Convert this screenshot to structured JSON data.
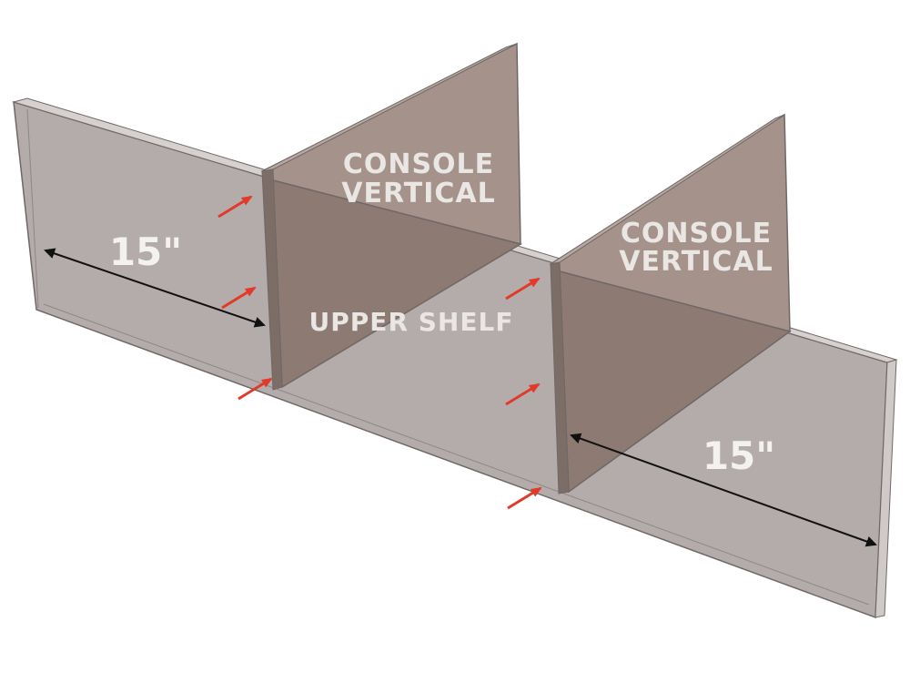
{
  "labels": {
    "console_vertical_left_line1": "CONSOLE",
    "console_vertical_left_line2": "VERTICAL",
    "console_vertical_right_line1": "CONSOLE",
    "console_vertical_right_line2": "VERTICAL",
    "upper_shelf": "UPPER SHELF",
    "dimension_left": "15\"",
    "dimension_right": "15\""
  },
  "colors": {
    "shelf": "#b4acaa",
    "shelf_edge": "#d0cac8",
    "vertical": "#a4928b",
    "vertical_shade": "#8c7a73",
    "outline": "#6f6866",
    "arrow": "#e23a2a",
    "dimension_line": "#111111"
  }
}
